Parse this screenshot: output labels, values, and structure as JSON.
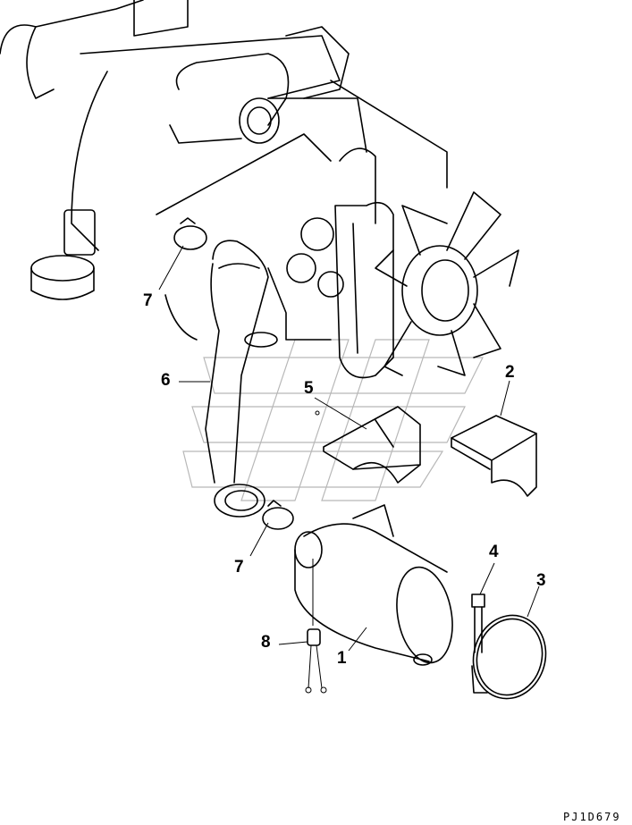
{
  "diagram": {
    "drawing_code": "PJ1D679",
    "callouts": [
      {
        "id": "callout-1",
        "label": "1"
      },
      {
        "id": "callout-2",
        "label": "2"
      },
      {
        "id": "callout-3",
        "label": "3"
      },
      {
        "id": "callout-4",
        "label": "4"
      },
      {
        "id": "callout-5",
        "label": "5"
      },
      {
        "id": "callout-6",
        "label": "6"
      },
      {
        "id": "callout-7a",
        "label": "7"
      },
      {
        "id": "callout-7b",
        "label": "7"
      },
      {
        "id": "callout-8",
        "label": "8"
      }
    ]
  }
}
